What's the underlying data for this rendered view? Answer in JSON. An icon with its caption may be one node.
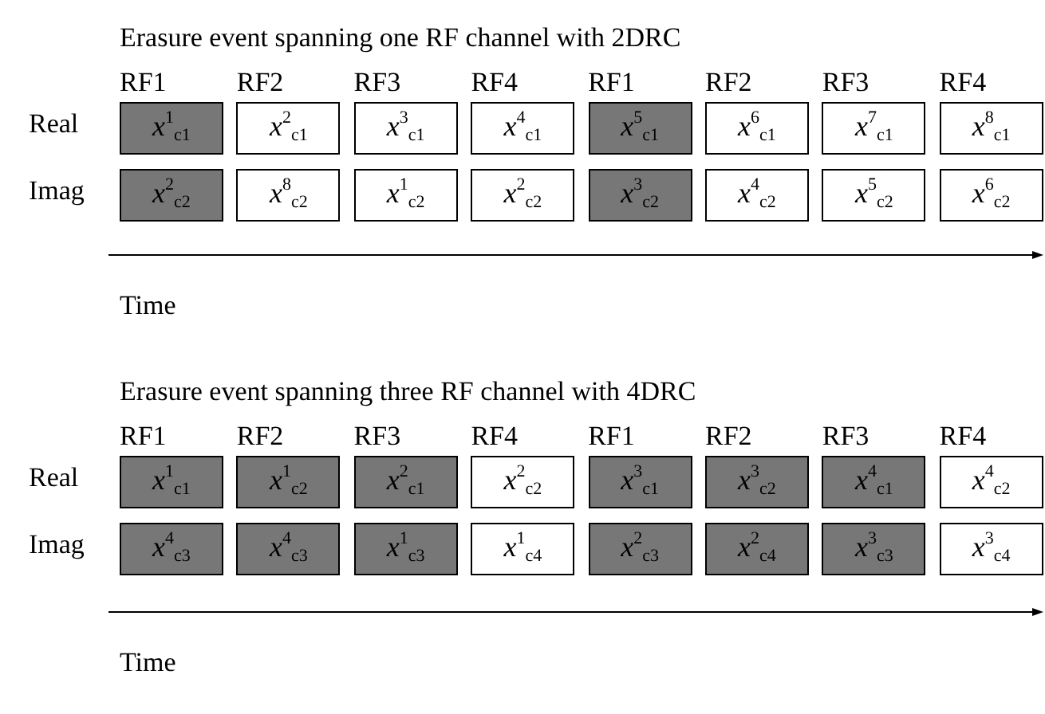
{
  "diagram": {
    "nodes": [
      {
        "text": [
          "*x*$^{1}$$_{c1}$"
        ]
      },
      {
        "text": [
          "*x*$^{2}$$_{c1}$"
        ]
      },
      {
        "text": [
          "*x*$^{3}$$_{c1}$"
        ]
      },
      {
        "text": [
          "*x*$^{4}$$_{c1}$"
        ]
      },
      {
        "text": [
          "*x*$^{5}$$_{c1}$"
        ]
      },
      {
        "text": [
          "*x*$^{6}$$_{c1}$"
        ]
      },
      {
        "text": [
          "*x*$^{7}$$_{c1}$"
        ]
      },
      {
        "text": [
          "*x*$^{8}$$_{c1}$"
        ]
      },
      {
        "text": [
          "*x*$^{2}$$_{c2}$"
        ]
      },
      {
        "text": [
          "*x*$^{8}$$_{c2}$"
        ]
      },
      {
        "text": [
          "*x*$^{1}$$_{c2}$"
        ]
      },
      {
        "text": [
          "*x*$^{2}$$_{c2}$"
        ]
      },
      {
        "text": [
          "*x*$^{3}$$_{c2}$"
        ]
      },
      {
        "text": [
          "*x*$^{4}$$_{c2}$"
        ]
      },
      {
        "text": [
          "*x*$^{5}$$_{c2}$"
        ]
      },
      {
        "text": [
          "*x*$^{6}$$_{c2}$"
        ]
      },
      {
        "text": [
          "*x*$^{1}$$_{c1}$"
        ]
      },
      {
        "text": [
          "*x*$^{1}$$_{c2}$"
        ]
      },
      {
        "text": [
          "*x*$^{2}$$_{c1}$"
        ]
      },
      {
        "text": [
          "*x*$^{2}$$_{c2}$"
        ]
      },
      {
        "text": [
          "*x*$^{3}$$_{c1}$"
        ]
      },
      {
        "text": [
          "*x*$^{3}$$_{c2}$"
        ]
      },
      {
        "text": [
          "*x*$^{4}$$_{c1}$"
        ]
      },
      {
        "text": [
          "*x*$^{4}$$_{c2}$"
        ]
      },
      {
        "text": [
          "*x*$^{4}$$_{c3}$"
        ]
      },
      {
        "text": [
          "*x*$^{4}$$_{c3}$"
        ]
      },
      {
        "text": [
          "*x*$^{1}$$_{c3}$"
        ]
      },
      {
        "text": [
          "*x*$^{1}$$_{c4}$"
        ]
      },
      {
        "text": [
          "*x*$^{2}$$_{c3}$"
        ]
      },
      {
        "text": [
          "*x*$^{2}$$_{c4}$"
        ]
      },
      {
        "text": [
          "*x*$^{3}$$_{c3}$"
        ]
      },
      {
        "text": [
          "*x*$^{3}$$_{c4}$"
        ]
      }
    ],
    "labels": [
      "Erasure event spanning one RF channel with 2DRC",
      "RF1",
      "RF2",
      "RF3",
      "RF4",
      "RF1",
      "RF2",
      "RF3",
      "RF4",
      "Real",
      "Imag",
      "Time",
      "Erasure event spanning three RF channel with 4DRC",
      "RF1",
      "RF2",
      "RF3",
      "RF4",
      "RF1",
      "RF2",
      "RF3",
      "RF4",
      "Real",
      "Imag",
      "Time"
    ]
  }
}
